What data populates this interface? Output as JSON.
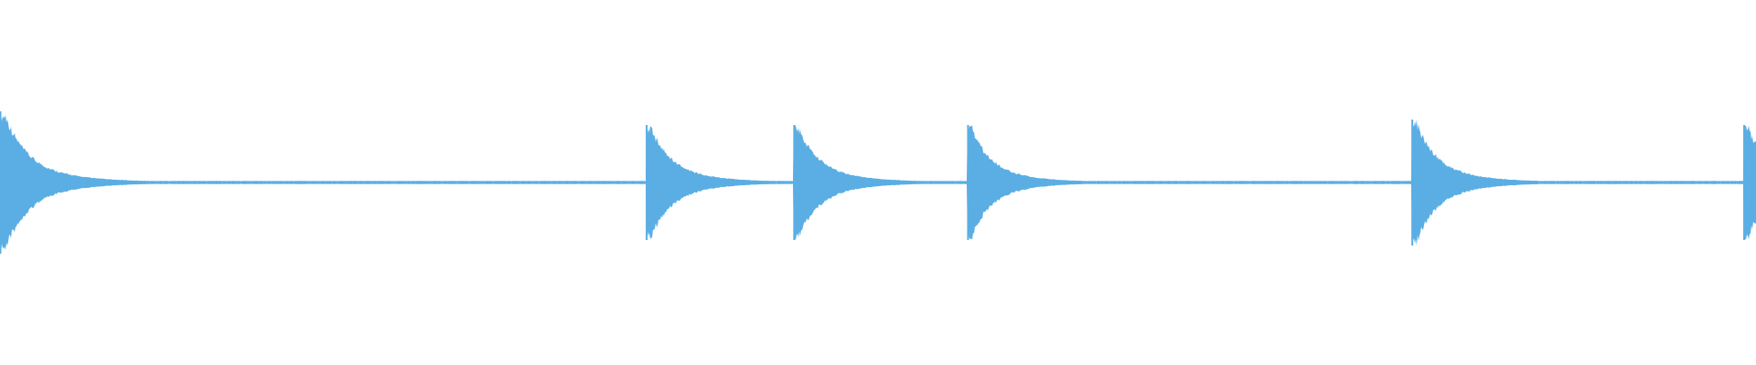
{
  "waveform": {
    "color": "#5aaee3",
    "background": "#ffffff",
    "duration": 1.0,
    "baseline_amplitude": 0.012,
    "transients": [
      {
        "time": 0.0,
        "peak": 0.52,
        "decay": 0.035
      },
      {
        "time": 0.368,
        "peak": 0.42,
        "decay": 0.032
      },
      {
        "time": 0.452,
        "peak": 0.42,
        "decay": 0.032
      },
      {
        "time": 0.551,
        "peak": 0.42,
        "decay": 0.03
      },
      {
        "time": 0.804,
        "peak": 0.46,
        "decay": 0.032
      },
      {
        "time": 0.993,
        "peak": 0.42,
        "decay": 0.03
      }
    ]
  }
}
